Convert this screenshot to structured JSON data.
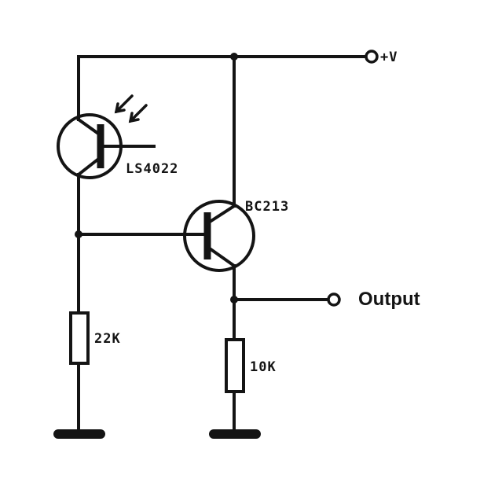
{
  "labels": {
    "supply": "+V",
    "phototransistor": "LS4022",
    "transistor": "BC213",
    "output": "Output",
    "resistor_left": "22K",
    "resistor_right": "10K"
  },
  "colors": {
    "ink": "#141414",
    "background": "#ffffff"
  }
}
